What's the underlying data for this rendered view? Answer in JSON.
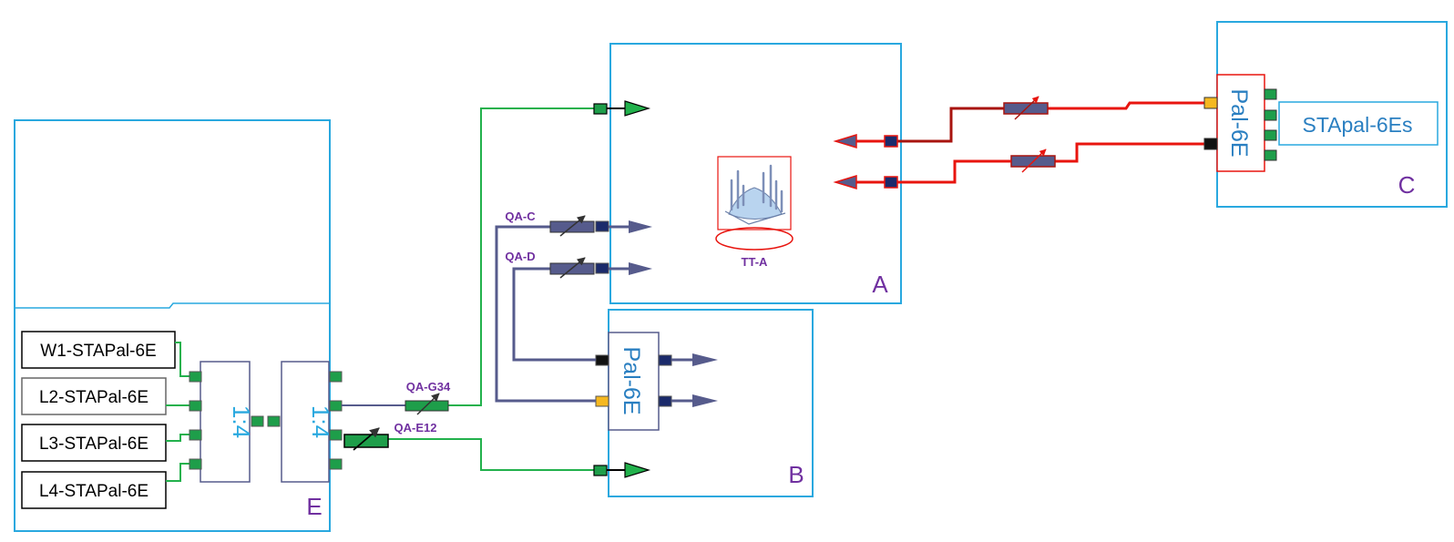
{
  "diagram": {
    "panels": {
      "A": "A",
      "B": "B",
      "C": "C",
      "E": "E"
    },
    "lasers": [
      "W1-STAPal-6E",
      "L2-STAPal-6E",
      "L3-STAPal-6E",
      "L4-STAPal-6E"
    ],
    "splitters": [
      "1:4",
      "1:4"
    ],
    "pal_b": "Pal-6E",
    "pal_c": "Pal-6E",
    "stapal_c": "STApal-6Es",
    "target": "TT-A",
    "attenuators": {
      "qa_c": "QA-C",
      "qa_d": "QA-D",
      "qa_g34": "QA-G34",
      "qa_e12": "QA-E12"
    },
    "colors": {
      "frame": "#29a8df",
      "label_purple": "#7030a0",
      "fiber_green": "#22b14c",
      "fiber_slate": "#565b8c",
      "fiber_red": "#e8150f",
      "fiber_dark_red": "#a8140f",
      "port_green": "#1e9e4a",
      "port_navy": "#1b2a6b",
      "port_orange": "#f5b820"
    }
  }
}
